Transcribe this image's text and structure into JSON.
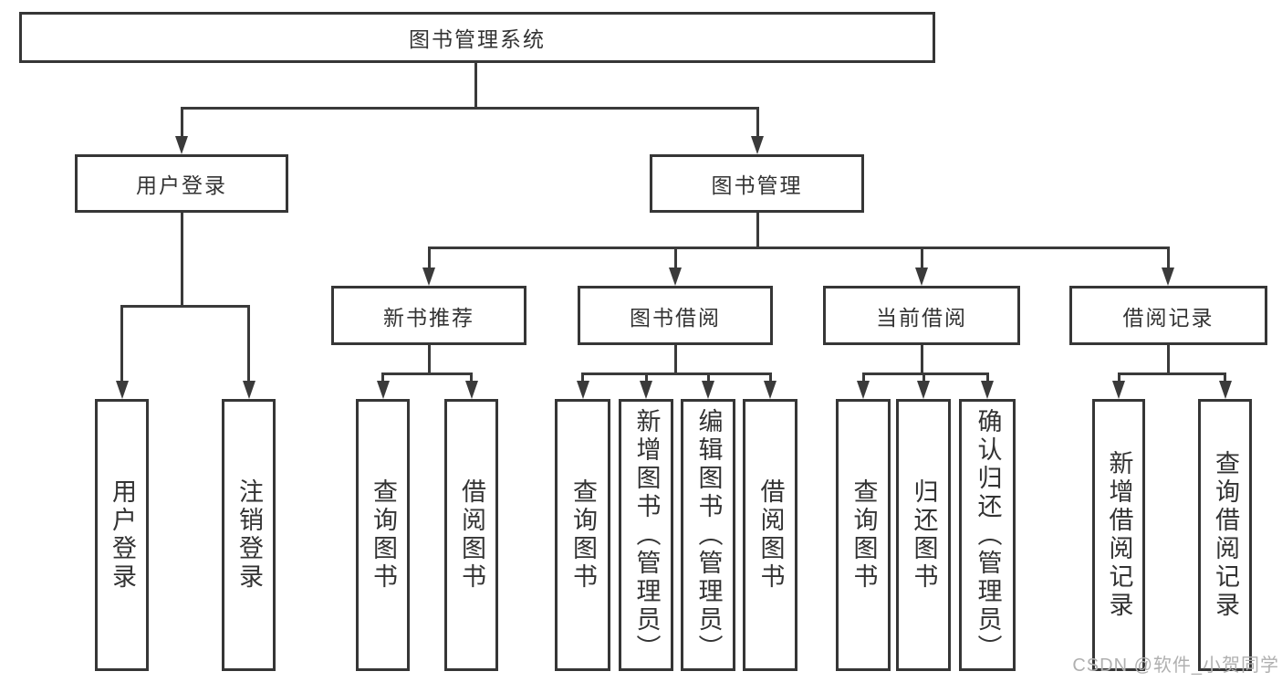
{
  "diagram": {
    "root": "图书管理系统",
    "children": [
      {
        "label": "用户登录",
        "children": [
          {
            "label": "用户登录"
          },
          {
            "label": "注销登录"
          }
        ]
      },
      {
        "label": "图书管理",
        "children": [
          {
            "label": "新书推荐",
            "children": [
              {
                "label": "查询图书"
              },
              {
                "label": "借阅图书"
              }
            ]
          },
          {
            "label": "图书借阅",
            "children": [
              {
                "label": "查询图书"
              },
              {
                "label": "新增图书（管理员）"
              },
              {
                "label": "编辑图书（管理员）"
              },
              {
                "label": "借阅图书"
              }
            ]
          },
          {
            "label": "当前借阅",
            "children": [
              {
                "label": "查询图书"
              },
              {
                "label": "归还图书"
              },
              {
                "label": "确认归还（管理员）"
              }
            ]
          },
          {
            "label": "借阅记录",
            "children": [
              {
                "label": "新增借阅记录"
              },
              {
                "label": "查询借阅记录"
              }
            ]
          }
        ]
      }
    ]
  },
  "watermark": "CSDN @软件_小贺同学",
  "colors": {
    "line": "#3a3a3a",
    "box_border": "#363636",
    "text": "#333333",
    "background": "#ffffff",
    "watermark": "#b0b0b0"
  }
}
